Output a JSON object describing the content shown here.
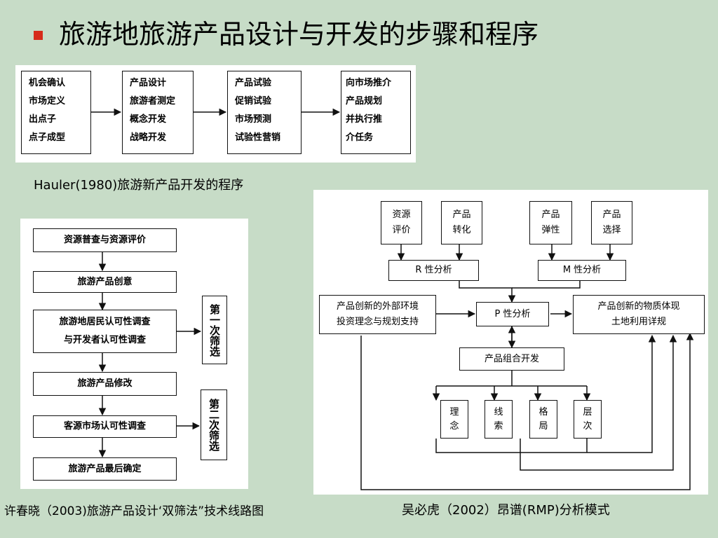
{
  "title": "旅游地旅游产品设计与开发的步骤和程序",
  "hauler": {
    "boxes": [
      [
        "机会确认",
        "市场定义",
        "出点子",
        "点子成型"
      ],
      [
        "产品设计",
        "旅游者测定",
        "概念开发",
        "战略开发"
      ],
      [
        "产品试验",
        "促销试验",
        "市场预测",
        "试验性营销"
      ],
      [
        "向市场推介",
        "产品规划",
        "并执行推",
        "介任务"
      ]
    ],
    "caption": "Hauler(1980)旅游新产品开发的程序"
  },
  "xu": {
    "steps": [
      "资源普查与资源评价",
      "旅游产品创意",
      "旅游地居民认可性调查",
      "与开发者认可性调查",
      "旅游产品修改",
      "客源市场认可性调查",
      "旅游产品最后确定"
    ],
    "screen1": "第一次筛选",
    "screen2": "第二次筛选",
    "caption": "许春晓（2003)旅游产品设计‘双筛法”技术线路图"
  },
  "rmp": {
    "top": [
      [
        "资源",
        "评价"
      ],
      [
        "产品",
        "转化"
      ],
      [
        "产品",
        "弹性"
      ],
      [
        "产品",
        "选择"
      ]
    ],
    "r": "R 性分析",
    "m": "M 性分析",
    "p": "P 性分析",
    "left": [
      "产品创新的外部环境",
      "投资理念与规划支持"
    ],
    "right": [
      "产品创新的物质体现",
      "土地利用详规"
    ],
    "combo": "产品组合开发",
    "bottom": [
      [
        "理",
        "念"
      ],
      [
        "线",
        "索"
      ],
      [
        "格",
        "局"
      ],
      [
        "层",
        "次"
      ]
    ],
    "caption": "吴必虎（2002）昂谱(RMP)分析模式"
  }
}
